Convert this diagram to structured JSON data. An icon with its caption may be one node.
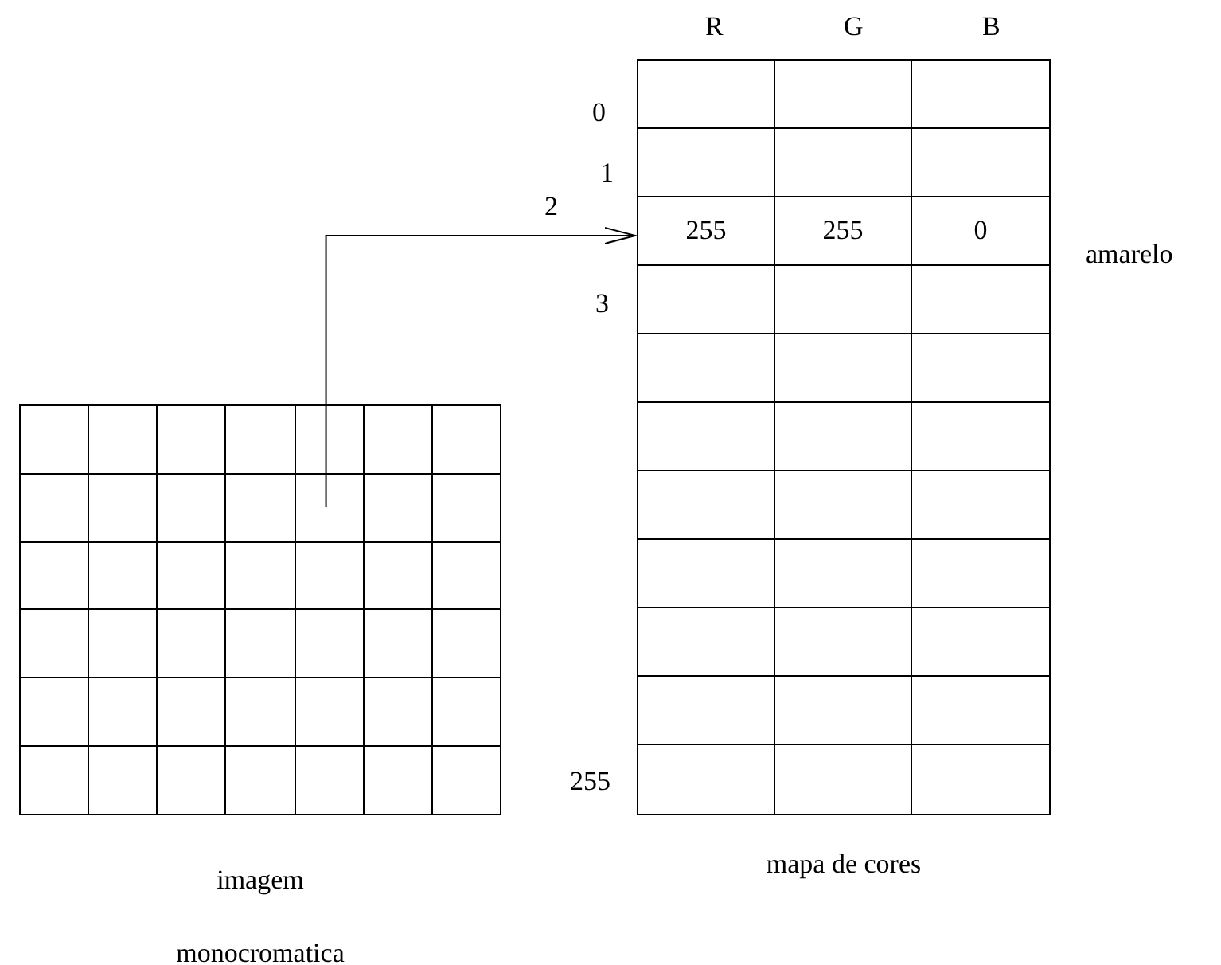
{
  "diagram": {
    "nodes": [
      {
        "text": [
          "imagem monocromatica"
        ]
      },
      {
        "text": [],
        "shape": "box",
        "in": 0
      },
      {
        "text": [
          "mapa de cores"
        ]
      },
      {
        "text": [
          "255",
          "255",
          "0"
        ],
        "in": 2,
        "beside": [
          "amarelo"
        ]
      }
    ],
    "edges": [
      {
        "from": 1,
        "to": 3,
        "arrow": "to"
      }
    ],
    "labels": [
      "R",
      "G",
      "B",
      "0",
      "1",
      "2",
      "3",
      "255"
    ]
  }
}
